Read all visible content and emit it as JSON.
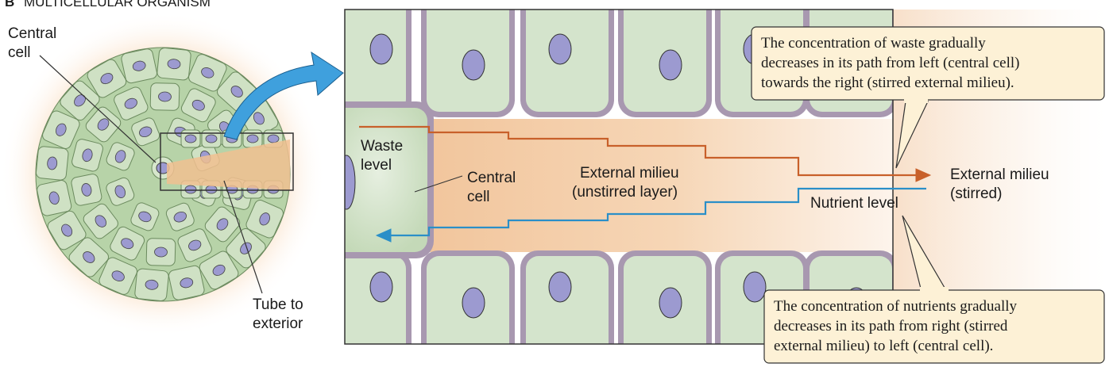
{
  "header": {
    "letter": "B",
    "title": "MULTICELLULAR ORGANISM"
  },
  "organism": {
    "central_cell_label": [
      "Central",
      "cell"
    ],
    "tube_label": [
      "Tube to",
      "exterior"
    ]
  },
  "detail": {
    "waste_level_label": [
      "Waste",
      "level"
    ],
    "central_cell_label": [
      "Central",
      "cell"
    ],
    "unstirred_label": [
      "External milieu",
      "(unstirred layer)"
    ],
    "stirred_label": [
      "External milieu",
      "(stirred)"
    ],
    "nutrient_level_label": "Nutrient level"
  },
  "callouts": {
    "waste": [
      "The concentration of waste gradually",
      "decreases in its path from left (central cell)",
      "towards the right (stirred external milieu)."
    ],
    "nutrient": [
      "The concentration of nutrients gradually",
      "decreases in its path from right (stirred",
      "external milieu) to left (central cell)."
    ]
  },
  "colors": {
    "waste_line": "#c8602a",
    "nutrient_line": "#2a8fc8",
    "cell_fill": "#d4e4cc",
    "nucleus": "#9c9ad0",
    "membrane": "#a898b0",
    "milieu": "#f2c9a0",
    "callout_bg": "#fdf1d6",
    "arrow": "#3fa0dd"
  }
}
